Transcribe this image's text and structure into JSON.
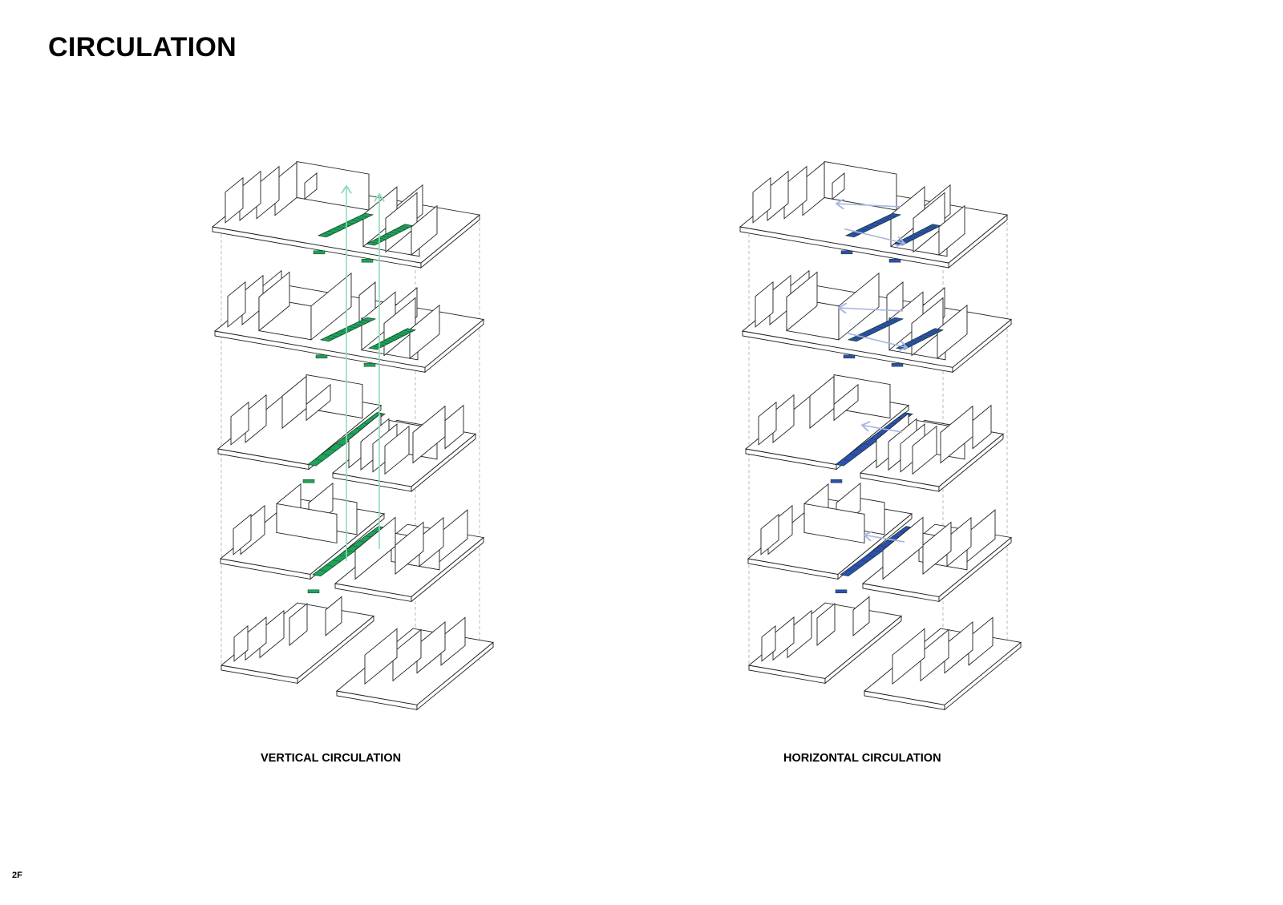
{
  "title": "CIRCULATION",
  "diagrams": [
    {
      "caption": "VERTICAL CIRCULATION",
      "accent": "#1fa35a",
      "arrow_color": "#8fdcb8",
      "arrow_type": "vertical"
    },
    {
      "caption": "HORIZONTAL CIRCULATION",
      "accent": "#2e4fb0",
      "arrow_color": "#a9b6e0",
      "arrow_type": "horizontal"
    }
  ],
  "page_label": "2F"
}
